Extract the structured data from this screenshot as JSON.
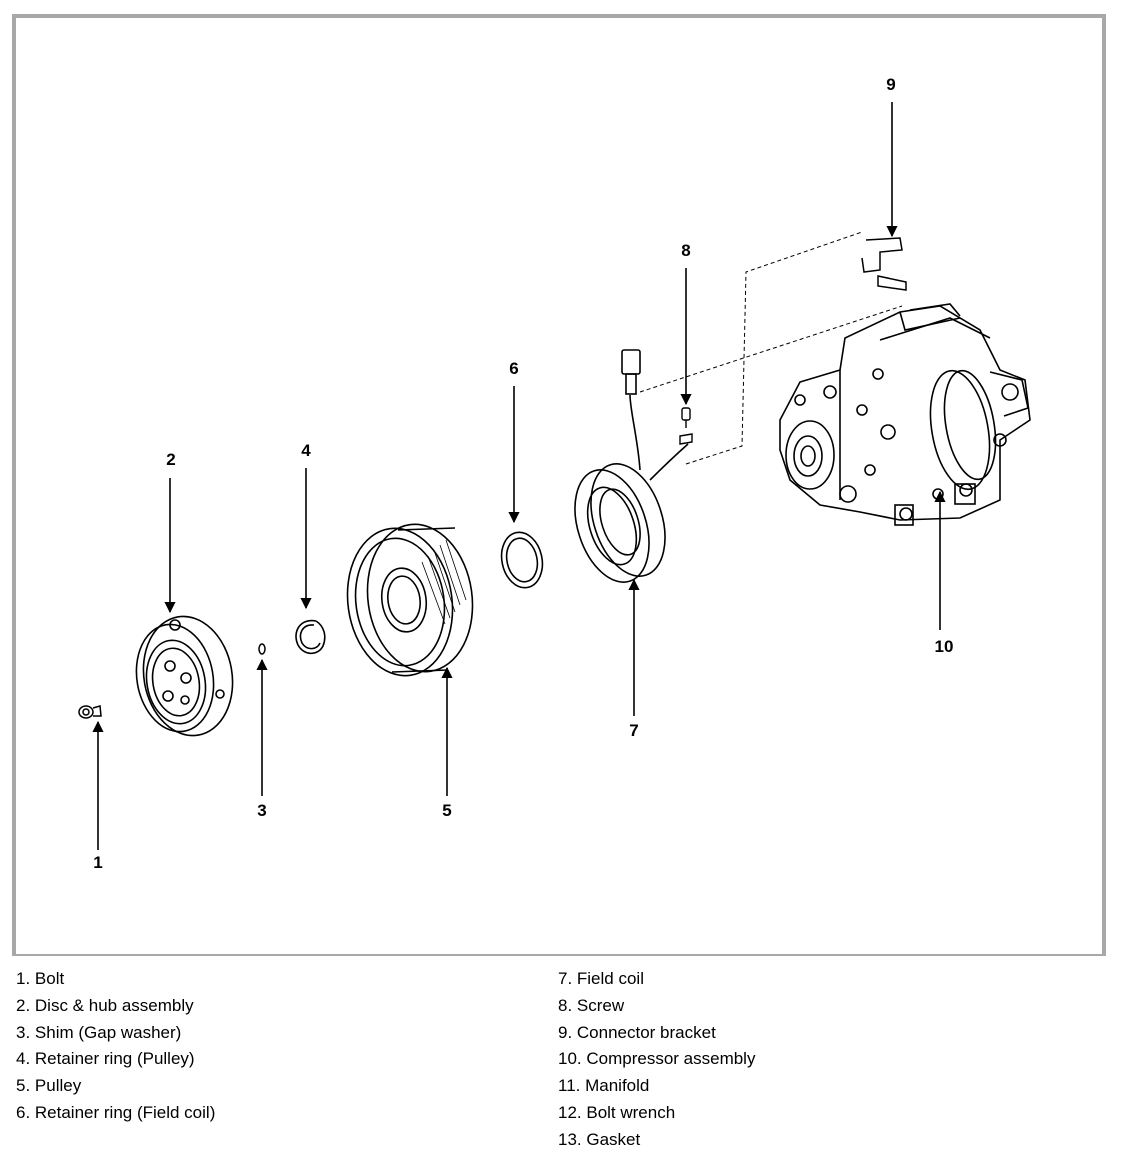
{
  "callouts": [
    "1",
    "2",
    "3",
    "4",
    "5",
    "6",
    "7",
    "8",
    "9",
    "10"
  ],
  "legend": {
    "left": [
      "1. Bolt",
      "2. Disc & hub assembly",
      "3. Shim (Gap washer)",
      "4. Retainer ring (Pulley)",
      "5. Pulley",
      "6. Retainer ring (Field coil)"
    ],
    "right": [
      "7. Field coil",
      "8. Screw",
      "9. Connector bracket",
      "10. Compressor assembly",
      "11. Manifold",
      "12. Bolt wrench",
      "13. Gasket"
    ]
  }
}
